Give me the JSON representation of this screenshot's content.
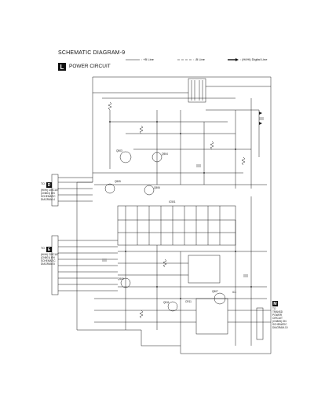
{
  "header": {
    "title": "SCHEMATIC DIAGRAM-9",
    "section_letter": "L",
    "section_title": "POWER CIRCUIT"
  },
  "legend": {
    "b_line": ": +B Line",
    "b_minus_line": ": -B Line",
    "digital_line": ": (Hi/Hi) Digital Line"
  },
  "connectors": {
    "left_top": {
      "letter": "D",
      "lines": [
        "TO",
        "(Hi/Hi) CIRCUIT",
        "(CN801) ON",
        "SCHEMATIC",
        "DIAGRAM-4"
      ]
    },
    "left_bottom": {
      "letter": "E",
      "lines": [
        "TO",
        "(Hi/Hi) CIRCUIT",
        "(CN801) ON",
        "SCHEMATIC",
        "DIAGRAM-5"
      ]
    },
    "right_bottom": {
      "letter": "M",
      "lines": [
        "TO",
        "TRANSD",
        "POWER",
        "CIRCUIT",
        "(CN805) ON",
        "SCHEMATIC",
        "DIAGRAM-10"
      ]
    }
  },
  "parts": {
    "q503": "Q503",
    "q504": "Q504",
    "q505": "Q505",
    "q506": "Q506",
    "q507": "Q507",
    "q509": "Q509",
    "q511": "Q511",
    "ic501": "IC501",
    "cr11": "CR11",
    "ic1": "IC1"
  }
}
